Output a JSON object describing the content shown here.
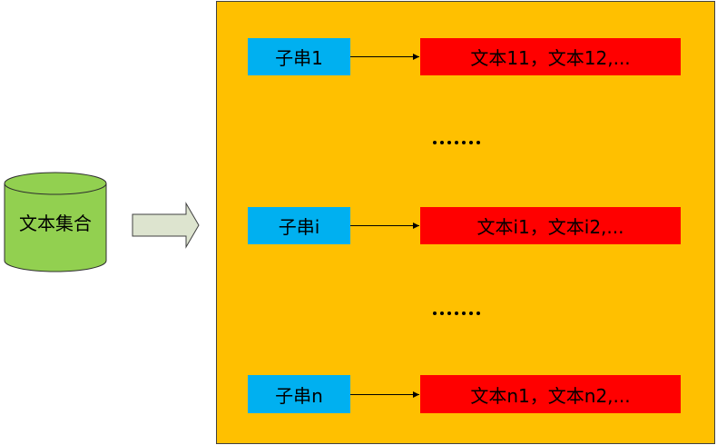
{
  "source": {
    "label": "文本集合",
    "fill_color": "#92d050",
    "stroke_color": "#2e2e2e"
  },
  "transform_arrow": {
    "fill_color": "#dde4cf",
    "stroke_color": "#404040"
  },
  "container": {
    "fill_color": "#ffc000",
    "stroke_color": "#404040"
  },
  "rows": [
    {
      "substring": "子串1",
      "texts": "文本11，文本12,..."
    },
    {
      "substring": "子串i",
      "texts": "文本i1，文本i2,..."
    },
    {
      "substring": "子串n",
      "texts": "文本n1，文本n2,..."
    }
  ],
  "substring_box_color": "#00b0f0",
  "text_list_box_color": "#ff0000",
  "ellipsis_dot_count": 7
}
